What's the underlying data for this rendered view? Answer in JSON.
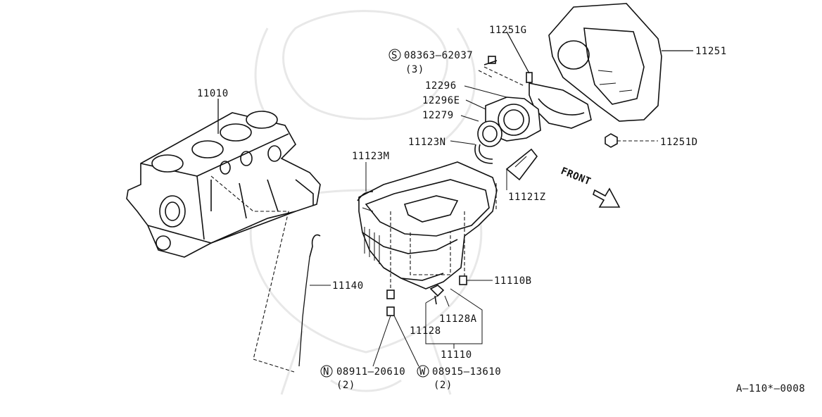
{
  "diagram_code": "A—110*—0008",
  "parts": {
    "p11010": "11010",
    "p11251G": "11251G",
    "p11251": "11251",
    "p11251D": "11251D",
    "bolt_s": "08363—62037",
    "bolt_s_qty": "(3)",
    "bolt_s_symbol": "S",
    "p12296": "12296",
    "p12296E": "12296E",
    "p12279": "12279",
    "p11123N": "11123N",
    "p11123M": "11123M",
    "p11121Z": "11121Z",
    "front": "FRONT",
    "p11140": "11140",
    "p11110B": "11110B",
    "p11128A": "11128A",
    "p11128": "11128",
    "p11110": "11110",
    "nut_n": "08911—20610",
    "nut_n_qty": "(2)",
    "nut_n_symbol": "N",
    "washer_w": "08915—13610",
    "washer_w_qty": "(2)",
    "washer_w_symbol": "W"
  }
}
